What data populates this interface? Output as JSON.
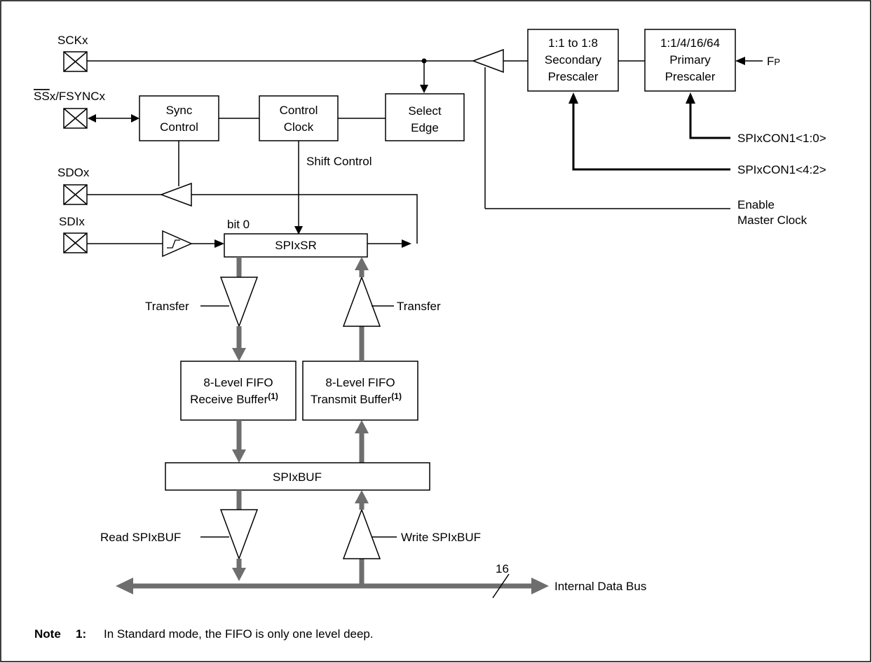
{
  "pins": {
    "sck": "SCKx",
    "ss_bar": "SS",
    "ss_rest": "x/FSYNCx",
    "sdo": "SDOx",
    "sdi": "SDIx"
  },
  "blocks": {
    "sync_l1": "Sync",
    "sync_l2": "Control",
    "ctrlclk_l1": "Control",
    "ctrlclk_l2": "Clock",
    "seledge_l1": "Select",
    "seledge_l2": "Edge",
    "secpre_l1": "1:1 to 1:8",
    "secpre_l2": "Secondary",
    "secpre_l3": "Prescaler",
    "pripre_l1": "1:1/4/16/64",
    "pripre_l2": "Primary",
    "pripre_l3": "Prescaler",
    "spixsr": "SPIxSR",
    "rxfifo_l1": "8-Level FIFO",
    "rxfifo_l2": "Receive Buffer",
    "txfifo_l1": "8-Level FIFO",
    "txfifo_l2": "Transmit Buffer",
    "fifo_note_ref": "(1)",
    "spixbuf": "SPIxBUF"
  },
  "labels": {
    "fp_main": "F",
    "fp_sub": "P",
    "spixcon1_10": "SPIxCON1<1:0>",
    "spixcon1_42": "SPIxCON1<4:2>",
    "enable_l1": "Enable",
    "enable_l2": "Master Clock",
    "shift_control": "Shift Control",
    "bit0": "bit 0",
    "transfer_rx": "Transfer",
    "transfer_tx": "Transfer",
    "read_spixbuf": "Read SPIxBUF",
    "write_spixbuf": "Write SPIxBUF",
    "bus_width": "16",
    "internal_bus": "Internal Data Bus"
  },
  "note": {
    "label": "Note",
    "number": "1:",
    "text": "In Standard mode, the FIFO is only one level deep."
  },
  "colors": {
    "bus": "#6e6e6e",
    "line": "#000000",
    "background": "#ffffff"
  }
}
